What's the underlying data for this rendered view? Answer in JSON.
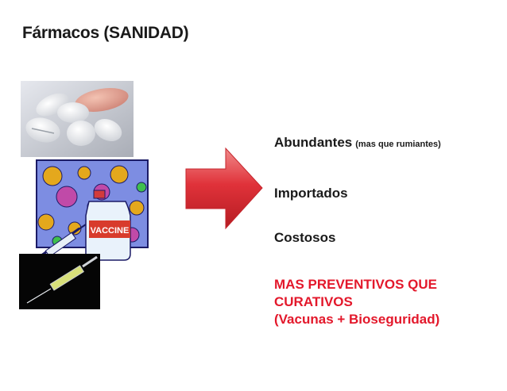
{
  "title": "Fármacos (SANIDAD)",
  "images": {
    "pills": "pills-photo",
    "vaccine": "vaccine-virus-illustration",
    "syringe": "syringe-photo",
    "vaccine_label": "VACCINE"
  },
  "arrow": {
    "icon": "right-arrow-icon",
    "color": "#e0323a"
  },
  "items": {
    "abundantes": "Abundantes",
    "abundantes_note": "(mas que rumiantes)",
    "importados": "Importados",
    "costosos": "Costosos",
    "red_line1": "MAS PREVENTIVOS  QUE",
    "red_line2": "CURATIVOS",
    "red_line3": "(Vacunas + Bioseguridad)"
  },
  "colors": {
    "text": "#1a1a1a",
    "accent_red": "#e3182b"
  }
}
